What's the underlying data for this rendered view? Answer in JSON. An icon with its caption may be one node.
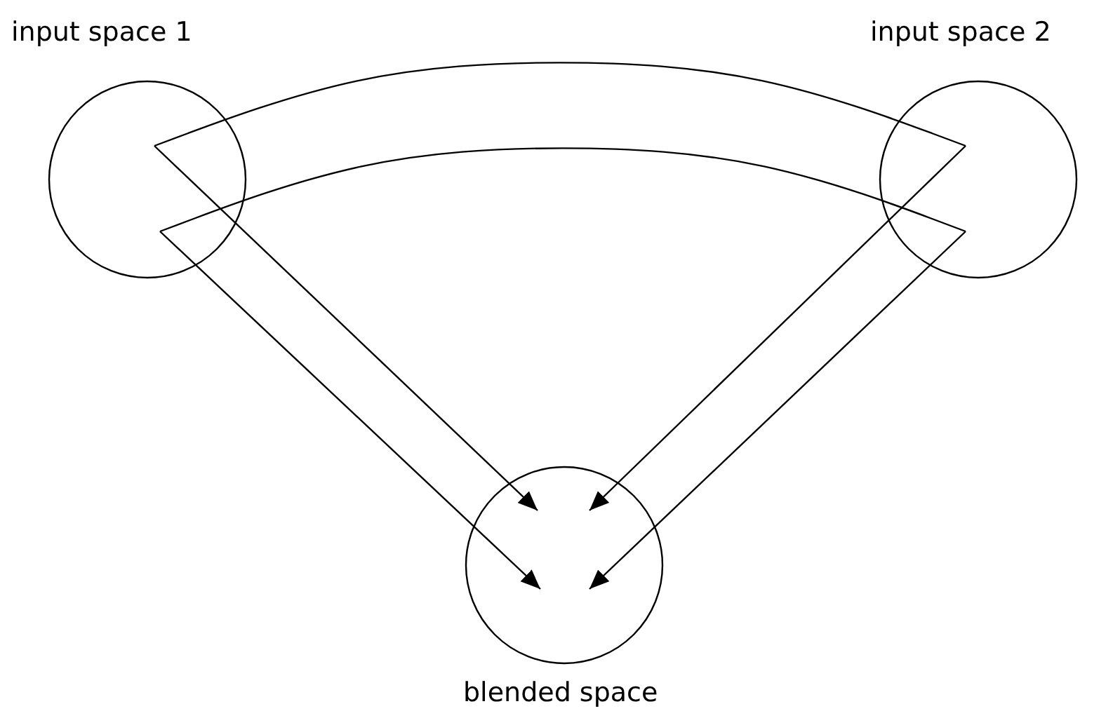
{
  "diagram": {
    "nodes": [
      {
        "text": [
          "input space 1"
        ]
      },
      {
        "text": [
          "input space 2"
        ]
      },
      {
        "text": [
          "blended space"
        ]
      }
    ],
    "edges": [
      {
        "from": 0,
        "to": 1,
        "arrow": "none"
      },
      {
        "from": 0,
        "to": 1,
        "arrow": "none"
      },
      {
        "from": 0,
        "to": 2,
        "arrow": "to"
      },
      {
        "from": 0,
        "to": 2,
        "arrow": "to"
      },
      {
        "from": 1,
        "to": 2,
        "arrow": "to"
      },
      {
        "from": 1,
        "to": 2,
        "arrow": "to"
      }
    ]
  }
}
